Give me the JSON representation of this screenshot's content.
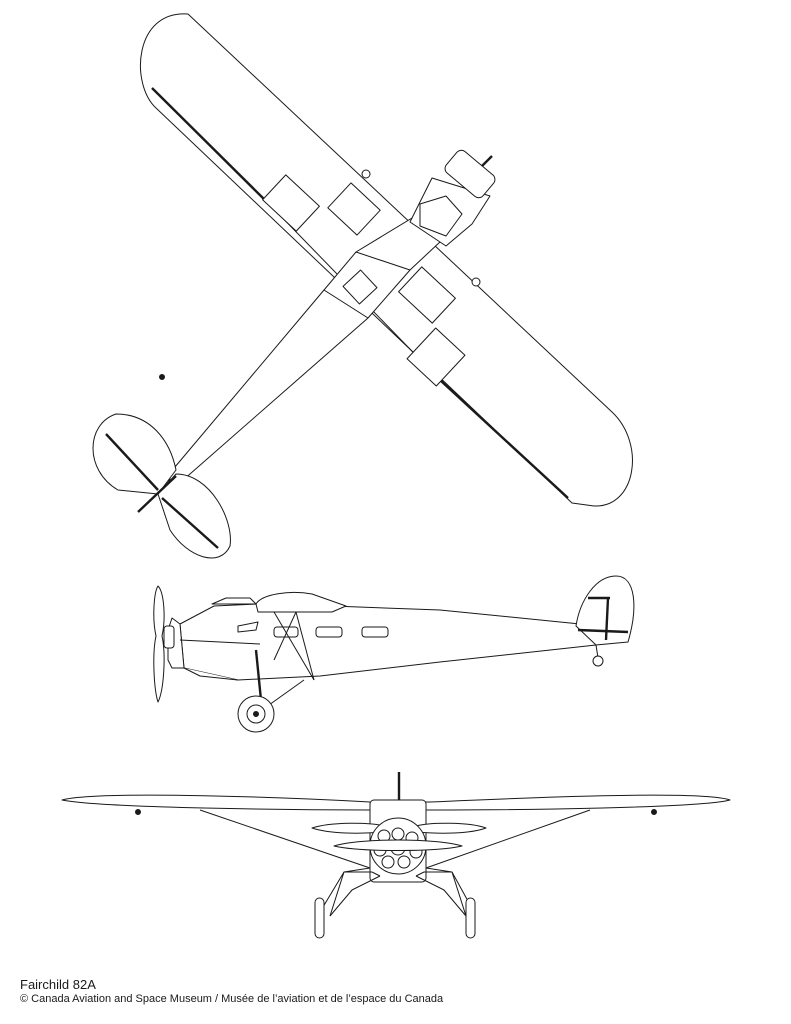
{
  "caption": {
    "title": "Fairchild 82A",
    "credit": "© Canada Aviation and Space Museum / Musée de l’aviation et de l’espace du Canada"
  },
  "views": [
    "top-view",
    "side-view",
    "front-view"
  ],
  "colors": {
    "line": "#1a1a1a",
    "background": "#ffffff"
  }
}
